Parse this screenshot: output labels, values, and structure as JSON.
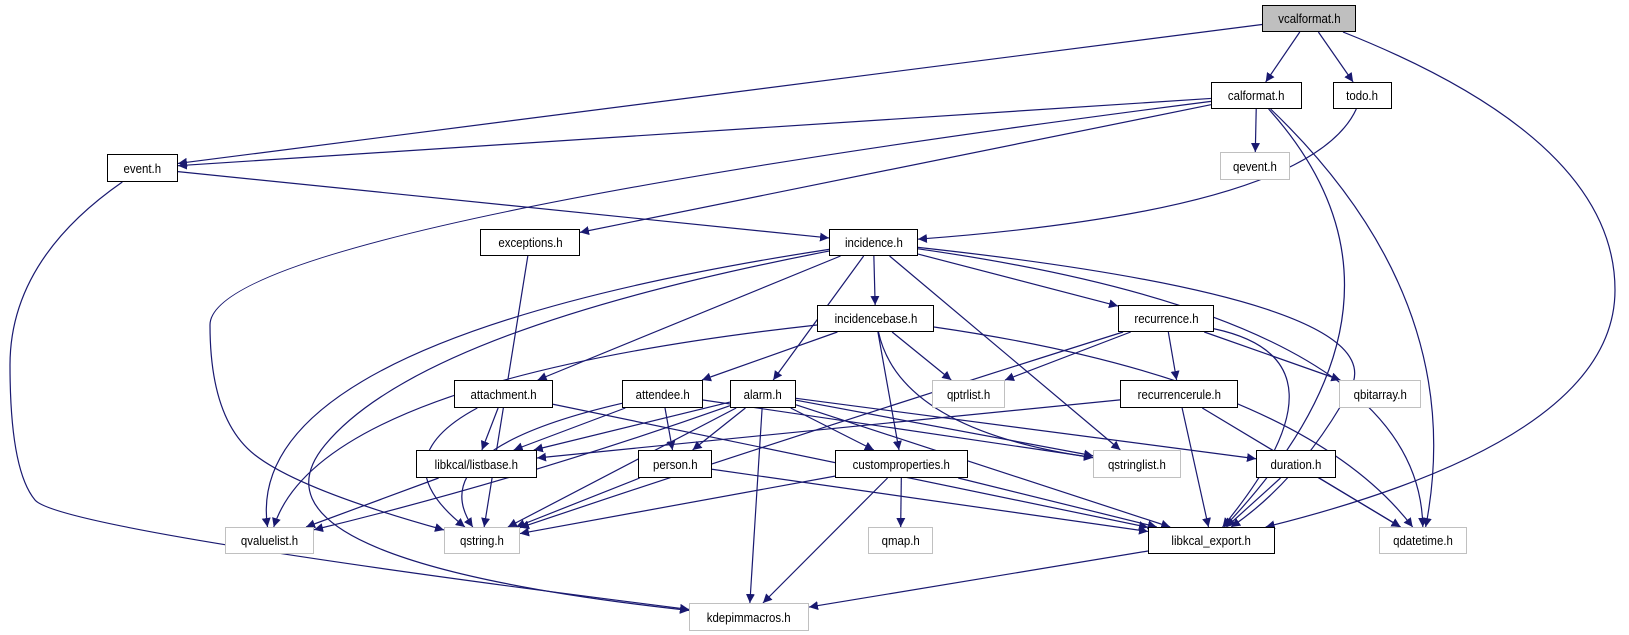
{
  "colors": {
    "edge": "#191970",
    "root_fill": "#bfbfbf",
    "external_border": "#c0c0c0",
    "node_border": "#000000"
  },
  "nodes": [
    {
      "id": "vcalformat",
      "label": "vcalformat.h",
      "root": true,
      "external": false
    },
    {
      "id": "calformat",
      "label": "calformat.h",
      "external": false
    },
    {
      "id": "todo",
      "label": "todo.h",
      "external": false
    },
    {
      "id": "event",
      "label": "event.h",
      "external": false
    },
    {
      "id": "qevent",
      "label": "qevent.h",
      "external": true
    },
    {
      "id": "exceptions",
      "label": "exceptions.h",
      "external": false
    },
    {
      "id": "incidence",
      "label": "incidence.h",
      "external": false
    },
    {
      "id": "incidencebase",
      "label": "incidencebase.h",
      "external": false
    },
    {
      "id": "recurrence",
      "label": "recurrence.h",
      "external": false
    },
    {
      "id": "attachment",
      "label": "attachment.h",
      "external": false
    },
    {
      "id": "attendee",
      "label": "attendee.h",
      "external": false
    },
    {
      "id": "alarm",
      "label": "alarm.h",
      "external": false
    },
    {
      "id": "qptrlist",
      "label": "qptrlist.h",
      "external": true
    },
    {
      "id": "recurrencerule",
      "label": "recurrencerule.h",
      "external": false
    },
    {
      "id": "qbitarray",
      "label": "qbitarray.h",
      "external": true
    },
    {
      "id": "listbase",
      "label": "libkcal/listbase.h",
      "external": false
    },
    {
      "id": "person",
      "label": "person.h",
      "external": false
    },
    {
      "id": "customproperties",
      "label": "customproperties.h",
      "external": false
    },
    {
      "id": "qstringlist",
      "label": "qstringlist.h",
      "external": true
    },
    {
      "id": "duration",
      "label": "duration.h",
      "external": false
    },
    {
      "id": "qvaluelist",
      "label": "qvaluelist.h",
      "external": true
    },
    {
      "id": "qstring",
      "label": "qstring.h",
      "external": true
    },
    {
      "id": "qmap",
      "label": "qmap.h",
      "external": true
    },
    {
      "id": "libkcal_export",
      "label": "libkcal_export.h",
      "external": false
    },
    {
      "id": "qdatetime",
      "label": "qdatetime.h",
      "external": true
    },
    {
      "id": "kdepimmacros",
      "label": "kdepimmacros.h",
      "external": true
    }
  ],
  "edges": [
    [
      "vcalformat",
      "event"
    ],
    [
      "vcalformat",
      "calformat"
    ],
    [
      "vcalformat",
      "todo"
    ],
    [
      "vcalformat",
      "libkcal_export"
    ],
    [
      "calformat",
      "event"
    ],
    [
      "calformat",
      "qstring"
    ],
    [
      "calformat",
      "exceptions"
    ],
    [
      "calformat",
      "qevent"
    ],
    [
      "calformat",
      "libkcal_export"
    ],
    [
      "calformat",
      "qdatetime"
    ],
    [
      "todo",
      "incidence"
    ],
    [
      "event",
      "kdepimmacros"
    ],
    [
      "event",
      "incidence"
    ],
    [
      "exceptions",
      "qstring"
    ],
    [
      "incidence",
      "qvaluelist"
    ],
    [
      "incidence",
      "kdepimmacros"
    ],
    [
      "incidence",
      "attachment"
    ],
    [
      "incidence",
      "alarm"
    ],
    [
      "incidence",
      "incidencebase"
    ],
    [
      "incidence",
      "qstringlist"
    ],
    [
      "incidence",
      "recurrence"
    ],
    [
      "incidence",
      "libkcal_export"
    ],
    [
      "incidence",
      "qdatetime"
    ],
    [
      "incidencebase",
      "qvaluelist"
    ],
    [
      "incidencebase",
      "attendee"
    ],
    [
      "incidencebase",
      "customproperties"
    ],
    [
      "incidencebase",
      "qptrlist"
    ],
    [
      "incidencebase",
      "qstringlist"
    ],
    [
      "incidencebase",
      "qdatetime"
    ],
    [
      "recurrence",
      "qptrlist"
    ],
    [
      "recurrence",
      "qstring"
    ],
    [
      "recurrence",
      "recurrencerule"
    ],
    [
      "recurrence",
      "qbitarray"
    ],
    [
      "recurrence",
      "libkcal_export"
    ],
    [
      "recurrencerule",
      "listbase"
    ],
    [
      "recurrencerule",
      "libkcal_export"
    ],
    [
      "recurrencerule",
      "qdatetime"
    ],
    [
      "attachment",
      "listbase"
    ],
    [
      "attachment",
      "qstring"
    ],
    [
      "attachment",
      "libkcal_export"
    ],
    [
      "attendee",
      "qstring"
    ],
    [
      "attendee",
      "listbase"
    ],
    [
      "attendee",
      "person"
    ],
    [
      "attendee",
      "qstringlist"
    ],
    [
      "alarm",
      "listbase"
    ],
    [
      "alarm",
      "qvaluelist"
    ],
    [
      "alarm",
      "qstring"
    ],
    [
      "alarm",
      "person"
    ],
    [
      "alarm",
      "customproperties"
    ],
    [
      "alarm",
      "qstringlist"
    ],
    [
      "alarm",
      "duration"
    ],
    [
      "alarm",
      "libkcal_export"
    ],
    [
      "alarm",
      "kdepimmacros"
    ],
    [
      "listbase",
      "qvaluelist"
    ],
    [
      "person",
      "qstring"
    ],
    [
      "person",
      "libkcal_export"
    ],
    [
      "customproperties",
      "qstring"
    ],
    [
      "customproperties",
      "qmap"
    ],
    [
      "customproperties",
      "libkcal_export"
    ],
    [
      "customproperties",
      "kdepimmacros"
    ],
    [
      "duration",
      "libkcal_export"
    ],
    [
      "duration",
      "qdatetime"
    ],
    [
      "libkcal_export",
      "kdepimmacros"
    ]
  ]
}
